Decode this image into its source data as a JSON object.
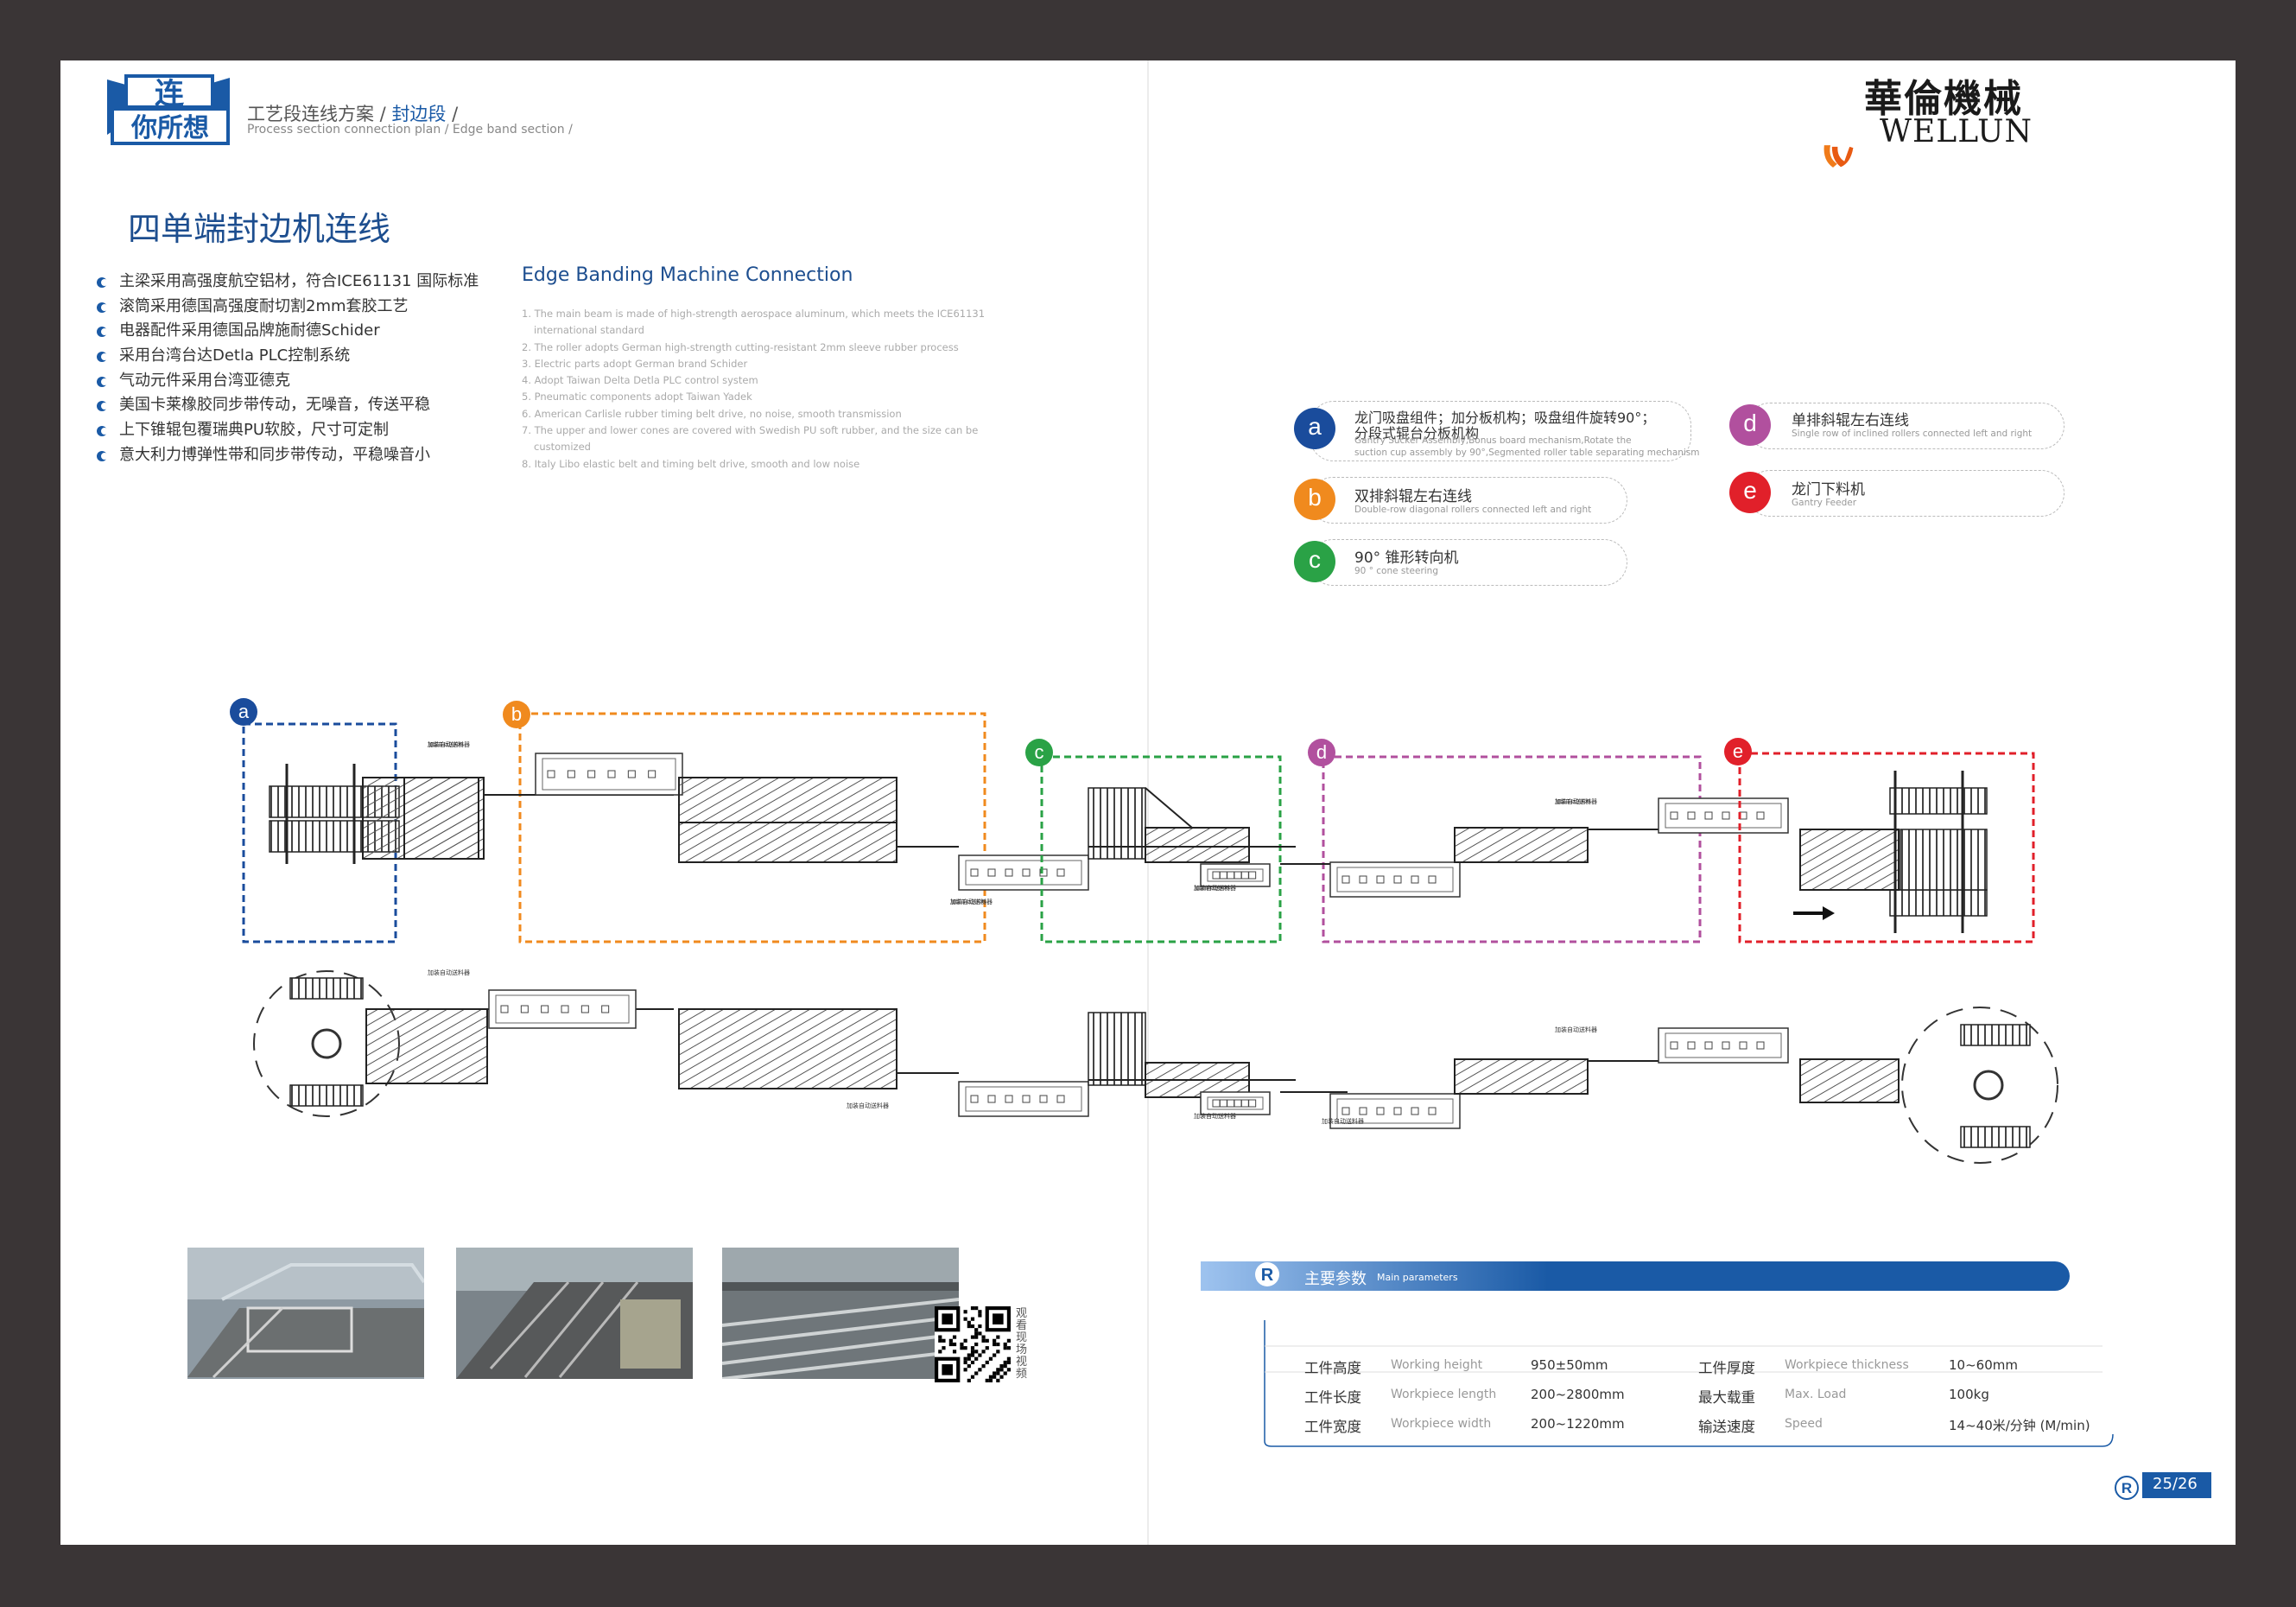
{
  "header": {
    "logo_text_top": "连",
    "logo_text_bottom": "你所想",
    "section_cn": "工艺段连线方案",
    "section_cn_highlight": "封边段",
    "section_en": "Process section connection plan / Edge band section /"
  },
  "brand": {
    "name_cn": "華倫機械",
    "name_en": "WELLUN"
  },
  "title": "四单端封边机连线",
  "features_cn": [
    "主梁采用高强度航空铝材，符合ICE61131 国际标准",
    "滚筒采用德国高强度耐切割2mm套胶工艺",
    "电器配件采用德国品牌施耐德Schider",
    "采用台湾台达Detla PLC控制系统",
    "气动元件采用台湾亚德克",
    "美国卡莱橡胶同步带传动，无噪音，传送平稳",
    "上下锥辊包覆瑞典PU软胶，尺寸可定制",
    "意大利力博弹性带和同步带传动，平稳噪音小"
  ],
  "features_en_title": "Edge Banding Machine Connection",
  "features_en": [
    "1. The main beam is made of high-strength aerospace aluminum, which meets the ICE61131 international standard",
    "2. The roller adopts German high-strength cutting-resistant 2mm sleeve rubber process",
    "3. Electric parts adopt German brand Schider",
    "4. Adopt Taiwan Delta Detla PLC control system",
    "5. Pneumatic components adopt Taiwan Yadek",
    "6. American Carlisle rubber timing belt drive, no noise, smooth transmission",
    "7. The upper and lower cones are covered with Swedish PU soft rubber, and the size can be customized",
    "8. Italy Libo elastic belt and timing belt drive, smooth and low noise"
  ],
  "legend": [
    {
      "letter": "a",
      "cn_line1": "龙门吸盘组件；加分板机构；吸盘组件旋转90°；",
      "cn_line2": "分段式辊台分板机构",
      "en_line1": "Gantry Sucker Assembly,Bonus board mechanism,Rotate the",
      "en_line2": "suction cup assembly by 90°,Segmented roller table separating mechanism",
      "color": "#1a4c9c"
    },
    {
      "letter": "b",
      "cn_line1": "双排斜辊左右连线",
      "en_line1": "Double-row diagonal rollers connected left and right",
      "color": "#f08a1e"
    },
    {
      "letter": "c",
      "cn_line1": "90°  锥形转向机",
      "en_line1": "90 ° cone steering",
      "color": "#2aa246"
    },
    {
      "letter": "d",
      "cn_line1": "单排斜辊左右连线",
      "en_line1": "Single row of inclined rollers connected left and right",
      "color": "#b1509e"
    },
    {
      "letter": "e",
      "cn_line1": "龙门下料机",
      "en_line1": "Gantry Feeder",
      "color": "#e1202a"
    }
  ],
  "diagram": {
    "machine_label": "加装自动送料器",
    "colors": {
      "a": "#1a4c9c",
      "b": "#f08a1e",
      "c": "#2aa246",
      "d": "#b1509e",
      "e": "#e1202a"
    }
  },
  "qr_text": "观看现场视频",
  "params": {
    "title_cn": "主要参数",
    "title_en": "Main parameters",
    "rows": [
      [
        {
          "cn": "工件高度",
          "en": "Working height",
          "value": "950±50mm"
        },
        {
          "cn": "工件厚度",
          "en": "Workpiece thickness",
          "value": "10~60mm"
        }
      ],
      [
        {
          "cn": "工件长度",
          "en": "Workpiece length",
          "value": "200~2800mm"
        },
        {
          "cn": "最大载重",
          "en": "Max. Load",
          "value": "100kg"
        }
      ],
      [
        {
          "cn": "工件宽度",
          "en": "Workpiece width",
          "value": "200~1220mm"
        },
        {
          "cn": "输送速度",
          "en": "Speed",
          "value": "14~40米/分钟 (M/min)"
        }
      ]
    ]
  },
  "page_number": "25/26"
}
